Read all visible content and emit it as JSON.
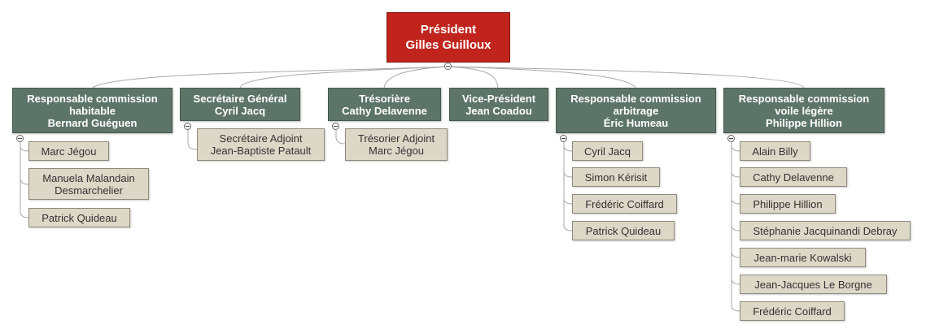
{
  "root": {
    "line1": "Président",
    "line2": "Gilles Guilloux"
  },
  "branches": [
    {
      "lines": [
        "Responsable commission",
        "habitable",
        "Bernard Guéguen"
      ],
      "children": [
        [
          "Marc Jégou"
        ],
        [
          "Manuela Malandain",
          "Desmarchelier"
        ],
        [
          "Patrick Quideau"
        ]
      ]
    },
    {
      "lines": [
        "Secrétaire Général",
        "Cyril Jacq"
      ],
      "children": [
        [
          "Secrétaire Adjoint",
          "Jean-Baptiste Patault"
        ]
      ]
    },
    {
      "lines": [
        "Trésorière",
        "Cathy Delavenne"
      ],
      "children": [
        [
          "Trésorier Adjoint",
          "Marc Jégou"
        ]
      ]
    },
    {
      "lines": [
        "Vice-Président",
        "Jean Coadou"
      ],
      "children": []
    },
    {
      "lines": [
        "Responsable commission",
        "arbitrage",
        "Éric Humeau"
      ],
      "children": [
        [
          "Cyril Jacq"
        ],
        [
          "Simon Kérisit"
        ],
        [
          "Frédéric Coiffard"
        ],
        [
          "Patrick Quideau"
        ]
      ]
    },
    {
      "lines": [
        "Responsable commission",
        "voile légère",
        "Philippe Hillion"
      ],
      "children": [
        [
          "Alain Billy"
        ],
        [
          "Cathy Delavenne"
        ],
        [
          "Philippe Hillion"
        ],
        [
          "Stéphanie Jacquinandi Debray"
        ],
        [
          "Jean-marie Kowalski"
        ],
        [
          "Jean-Jacques Le Borgne"
        ],
        [
          "Frédéric Coiffard"
        ]
      ]
    }
  ]
}
